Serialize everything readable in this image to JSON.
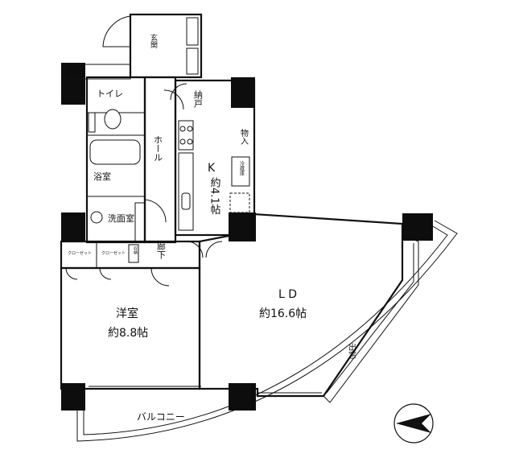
{
  "rooms": {
    "entrance": "玄関",
    "toilet": "トイレ",
    "bath": "浴室",
    "washroom": "洗面室",
    "hall": "ホール",
    "storage": "納戸",
    "pantry": "物入",
    "fridge": "冷蔵庫",
    "kitchen": "K",
    "kitchen_size": "約4.1帖",
    "corridor": "廊下",
    "western_room": "洋室",
    "western_size": "約8.8帖",
    "closet_1": "クローゼット",
    "closet_2": "クローゼット",
    "ld": "L D",
    "ld_size": "約16.6帖",
    "window": "出窓",
    "balcony": "バルコニー",
    "shelf": "収納"
  },
  "icons": {
    "compass": "north-arrow-icon"
  }
}
